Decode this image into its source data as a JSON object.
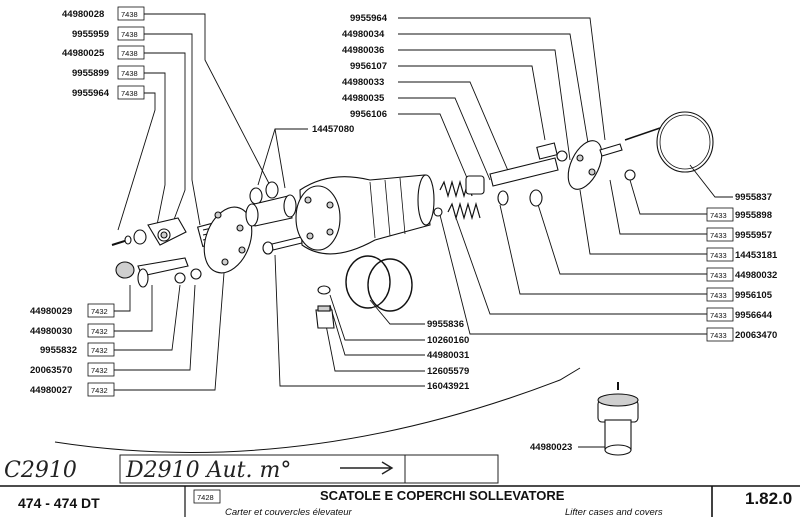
{
  "parts_left": [
    {
      "code": "44980028",
      "group": "7438"
    },
    {
      "code": "9955959",
      "group": "7438"
    },
    {
      "code": "44980025",
      "group": "7438"
    },
    {
      "code": "9955899",
      "group": "7438"
    },
    {
      "code": "9955964",
      "group": "7438"
    }
  ],
  "parts_top": [
    "9955964",
    "44980034",
    "44980036",
    "9956107",
    "44980033",
    "44980035",
    "9956106"
  ],
  "part_14457080": "14457080",
  "parts_right": [
    {
      "code": "9955837",
      "group": ""
    },
    {
      "code": "9955898",
      "group": "7433"
    },
    {
      "code": "9955957",
      "group": "7433"
    },
    {
      "code": "14453181",
      "group": "7433"
    },
    {
      "code": "44980032",
      "group": "7433"
    },
    {
      "code": "9956105",
      "group": "7433"
    },
    {
      "code": "9956644",
      "group": "7433"
    },
    {
      "code": "20063470",
      "group": "7433"
    }
  ],
  "parts_center": [
    "9955836",
    "10260160",
    "44980031",
    "12605579",
    "16043921"
  ],
  "parts_bottom_left": [
    {
      "code": "44980029",
      "group": "7432"
    },
    {
      "code": "44980030",
      "group": "7432"
    },
    {
      "code": "9955832",
      "group": "7432"
    },
    {
      "code": "20063570",
      "group": "7432"
    },
    {
      "code": "44980027",
      "group": "7432"
    }
  ],
  "part_44980023": "44980023",
  "handwriting": {
    "left": "C2910",
    "box": "D2910 Aut. m°"
  },
  "footer": {
    "model": "474 - 474 DT",
    "group": "7428",
    "title": "SCATOLE E COPERCHI SOLLEVATORE",
    "subtitle_fr": "Carter et couvercles élevateur",
    "subtitle_en": "Lifter cases and covers",
    "page": "1.82.0"
  }
}
